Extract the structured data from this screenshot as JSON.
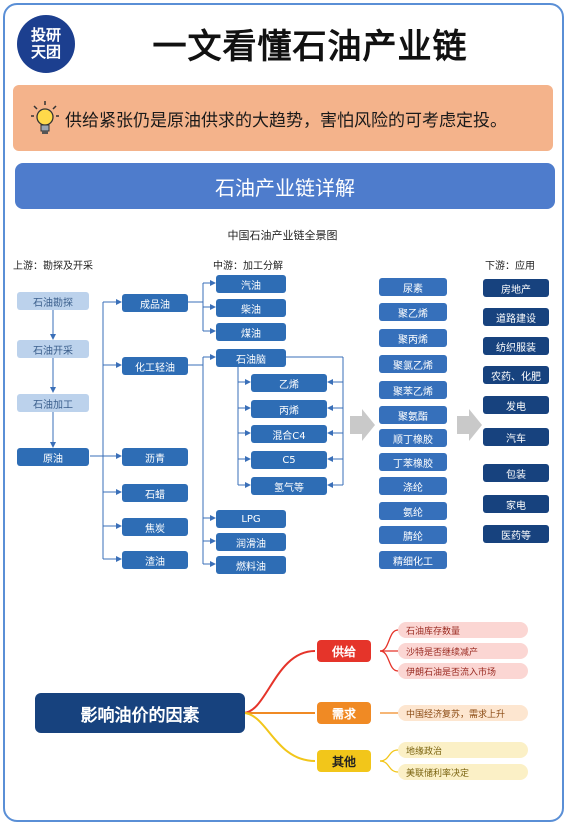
{
  "header": {
    "logo_line1": "投研",
    "logo_line2": "天团",
    "title": "一文看懂石油产业链"
  },
  "banner": {
    "icon": "lightbulb-icon",
    "text": "供给紧张仍是原油供求的大趋势，害怕风险的可考虑定投。"
  },
  "section": {
    "title": "石油产业链详解"
  },
  "diagram": {
    "title": "中国石油产业链全景图",
    "stages": {
      "upstream": "上游：勘探及开采",
      "midstream": "中游：加工分解",
      "downstream": "下游：应用"
    },
    "upstream": [
      "石油勘探",
      "石油开采",
      "石油加工",
      "原油"
    ],
    "refined": [
      "成品油",
      "化工轻油",
      "沥青",
      "石蜡",
      "焦炭",
      "渣油"
    ],
    "fuels": [
      "汽油",
      "柴油",
      "煤油"
    ],
    "naphtha": "石油脑",
    "naphtha_products": [
      "乙烯",
      "丙烯",
      "混合C4",
      "C5",
      "氢气等"
    ],
    "other_products": [
      "LPG",
      "润滑油",
      "燃料油"
    ],
    "chemicals": [
      "尿素",
      "聚乙烯",
      "聚丙烯",
      "聚氯乙烯",
      "聚苯乙烯",
      "聚氨酯",
      "顺丁橡胶",
      "丁苯橡胶",
      "涤纶",
      "氨纶",
      "腈纶",
      "精细化工"
    ],
    "applications": [
      "房地产",
      "道路建设",
      "纺织服装",
      "农药、化肥",
      "发电",
      "汽车",
      "包装",
      "家电",
      "医药等"
    ]
  },
  "factors": {
    "title": "影响油价的因素",
    "categories": [
      {
        "label": "供给",
        "color": "#e5342a",
        "items": [
          "石油库存数量",
          "沙特是否继续减产",
          "伊朗石油是否流入市场"
        ]
      },
      {
        "label": "需求",
        "color": "#f08a24",
        "items": [
          "中国经济复苏，需求上升"
        ]
      },
      {
        "label": "其他",
        "color": "#f2c61a",
        "items": [
          "地缘政治",
          "美联储利率决定"
        ]
      }
    ]
  }
}
